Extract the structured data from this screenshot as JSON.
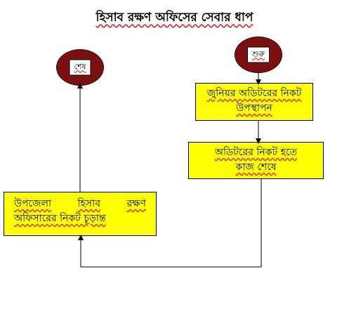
{
  "title": "হিসাব রক্ষণ অফিসের সেবার ধাপ",
  "nodes": {
    "start": "শুরু",
    "end": "শেষ",
    "step1": {
      "line1": "জুনিয়র অডিটরের নিকট",
      "line2": "উপস্থাপন"
    },
    "step2": {
      "line1": "অডিটরের নিকট হতে",
      "line2": "কাজ শেষে"
    },
    "step3": {
      "line1_words": [
        "উপজেলা",
        "হিসাব",
        "রক্ষণ"
      ],
      "line2": "অফিসারের নিকট চূড়ান্ত"
    }
  },
  "colors": {
    "box": "#ffff00",
    "terminal": "#7a1010",
    "line": "#000000"
  }
}
